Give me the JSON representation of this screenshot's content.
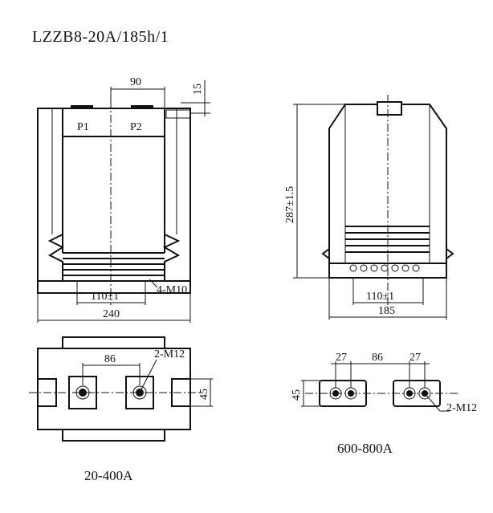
{
  "title": "LZZB8-20A/185h/1",
  "front_view": {
    "terminal_p1": "P1",
    "terminal_p2": "P2",
    "dim_terminal_spacing": "90",
    "dim_terminal_height": "15",
    "dim_mount_spacing": "110±1",
    "dim_bolt": "4-M10",
    "dim_overall_width": "240"
  },
  "side_view": {
    "dim_height": "287±1.5",
    "dim_mount_spacing": "110±1",
    "dim_overall_width": "185"
  },
  "bottom_view_small": {
    "dim_spacing": "86",
    "dim_bolt": "2-M12",
    "dim_height": "45",
    "caption": "20-400A"
  },
  "bottom_view_large": {
    "dim_left_pitch": "27",
    "dim_spacing": "86",
    "dim_right_pitch": "27",
    "dim_height": "45",
    "dim_bolt": "2-M12",
    "caption": "600-800A"
  }
}
